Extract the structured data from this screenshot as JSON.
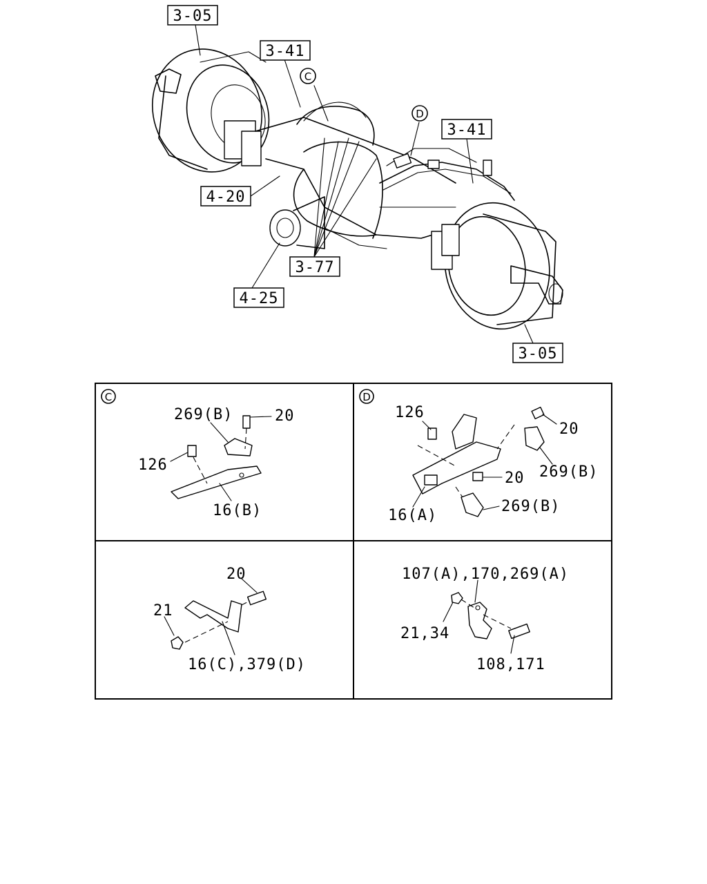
{
  "main_refs": {
    "hub_left": "3-05",
    "cable_left": "3-41",
    "callout_c": "C",
    "callout_d": "D",
    "cable_right": "3-41",
    "housing": "4-20",
    "clips": "3-77",
    "flange": "4-25",
    "hub_right": "3-05"
  },
  "panel_c": {
    "marker": "C",
    "clip": "269(B)",
    "bolt": "20",
    "bolt_small": "126",
    "bracket": "16(B)"
  },
  "panel_d": {
    "marker": "D",
    "bolt_small": "126",
    "bolt_top": "20",
    "clip_top": "269(B)",
    "bolt_mid": "20",
    "clip_bottom": "269(B)",
    "bracket": "16(A)"
  },
  "panel_lower_left": {
    "bolt": "20",
    "nut": "21",
    "bracket": "16(C),379(D)"
  },
  "panel_lower_right": {
    "clamp": "107(A),170,269(A)",
    "nut": "21,34",
    "bolt": "108,171"
  }
}
